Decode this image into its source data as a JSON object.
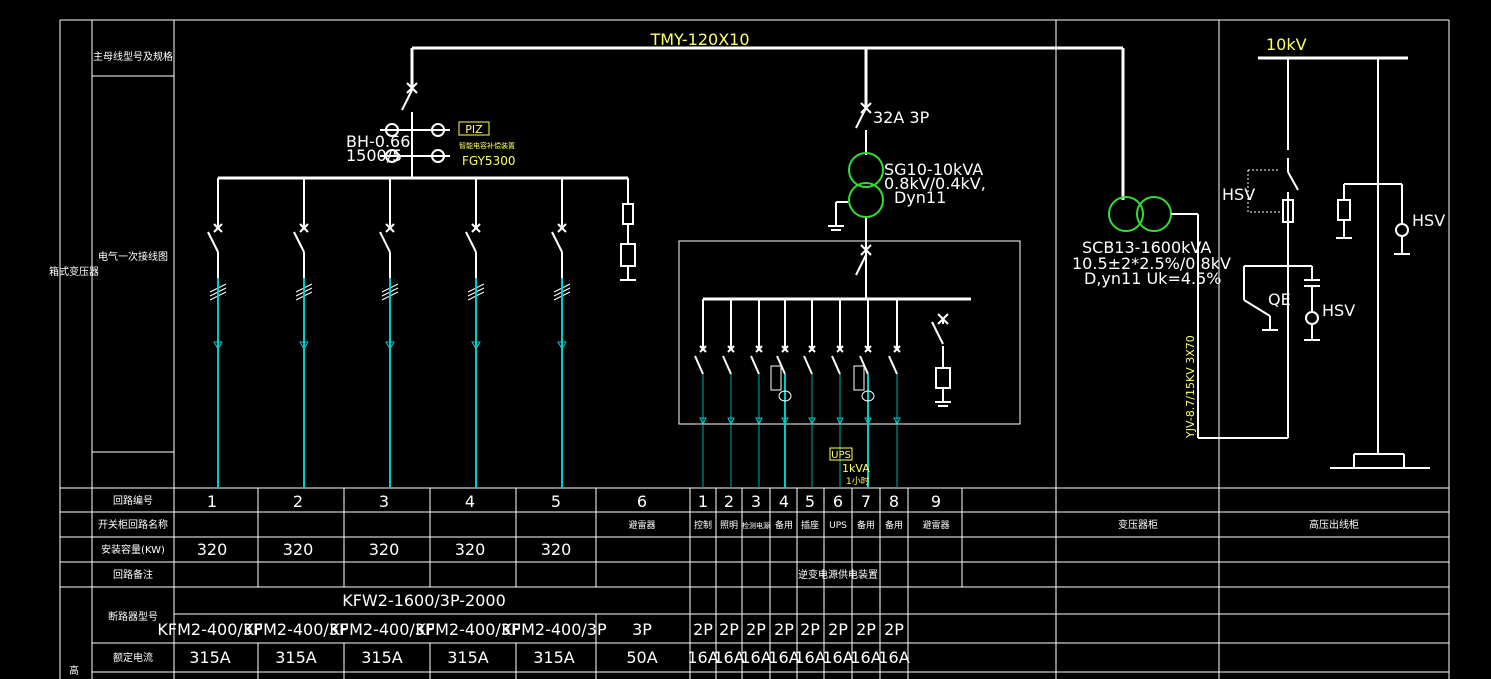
{
  "busbar": {
    "spec": "TMY-120X10",
    "hv_label": "10kV"
  },
  "capacitor": {
    "ct": [
      "BH-0.66",
      "1500/5"
    ],
    "controller_tag": "PIZ",
    "controller_label": "智能电容补偿装置",
    "model": "FGY5300"
  },
  "aux_transformer": {
    "breaker": "32A 3P",
    "lines": [
      "SG10-10kVA",
      "0.8kV/0.4kV,",
      "Dyn11"
    ]
  },
  "main_transformer": {
    "lines": [
      "SCB13-1600kVA",
      "10.5±2*2.5%/0.8kV",
      "D,yn11 Uk=4.5%"
    ],
    "cable": "YJV-8.7/15KV 3X70"
  },
  "hv_labels": {
    "hsv1": "HSV",
    "hsv2": "HSV",
    "hsv3": "HSV",
    "qe": "QE"
  },
  "ups": {
    "tag": "UPS",
    "rating": "1kVA",
    "time": "1小时"
  },
  "left_titles": {
    "vertical": "箱式变压器",
    "main_bus": "主母线型号及规格",
    "diagram": "电气一次接线图",
    "bottom": "高"
  },
  "table": {
    "rows": {
      "circuit_no": "回路编号",
      "switch_name": "开关柜回路名称",
      "capacity": "安装容量(KW)",
      "remark": "回路备注",
      "breaker_model": "断路器型号",
      "rated_current": "额定电流"
    },
    "circuit_numbers": [
      "1",
      "2",
      "3",
      "4",
      "5",
      "6",
      "1",
      "2",
      "3",
      "4",
      "5",
      "6",
      "7",
      "8",
      "9"
    ],
    "switch_names": [
      "避雷器",
      "控制",
      "照明",
      "检测电源",
      "备用",
      "插座",
      "UPS",
      "备用",
      "备用",
      "避雷器"
    ],
    "capacities": [
      "320",
      "320",
      "320",
      "320",
      "320"
    ],
    "remark_ups": "逆变电源供电装置",
    "main_breaker": "KFW2-1600/3P-2000",
    "breakers": [
      "KFM2-400/3P",
      "KFM2-400/3P",
      "KFM2-400/3P",
      "KFM2-400/3P",
      "KFM2-400/3P",
      "3P",
      "2P",
      "2P",
      "2P",
      "2P",
      "2P",
      "2P",
      "2P",
      "2P"
    ],
    "currents": [
      "315A",
      "315A",
      "315A",
      "315A",
      "315A",
      "50A",
      "16A",
      "16A",
      "16A",
      "16A",
      "16A",
      "16A",
      "16A",
      "16A"
    ],
    "right_headers": [
      "变压器柜",
      "高压出线柜"
    ]
  }
}
